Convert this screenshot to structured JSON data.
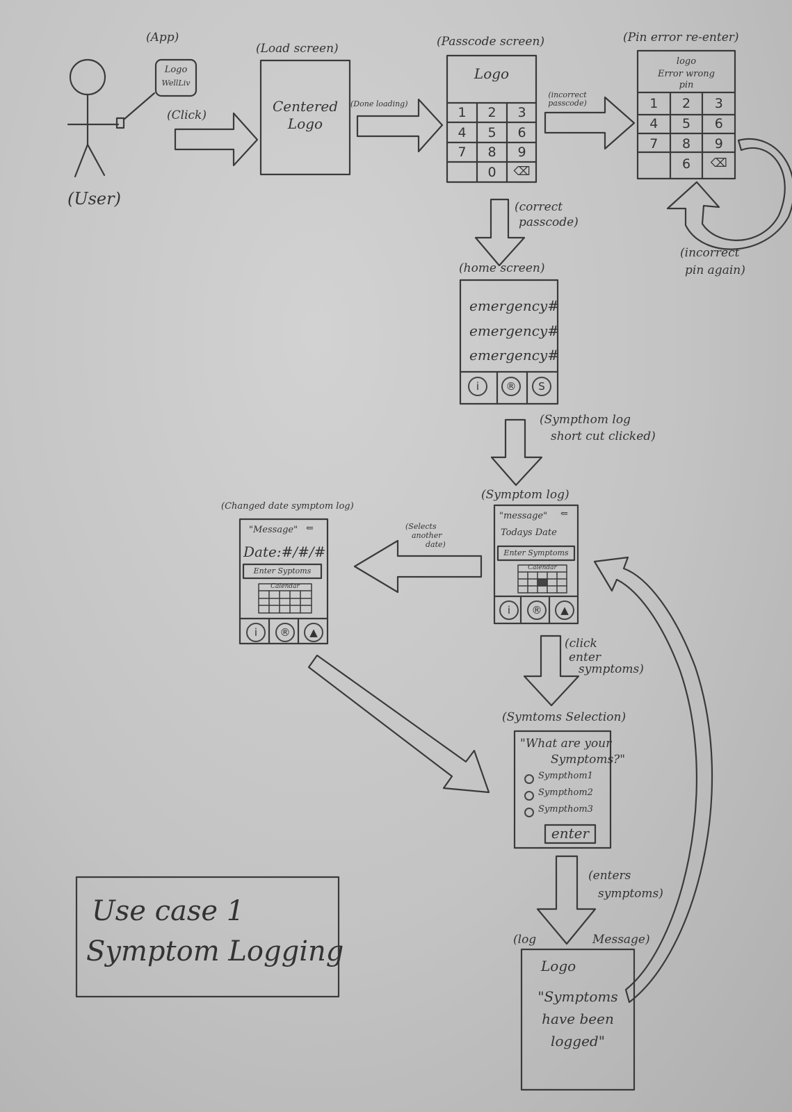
{
  "labels": {
    "user": "(User)",
    "app": "(App)",
    "app_logo": "Logo",
    "app_name": "WellLiv",
    "click": "(Click)",
    "load_screen": "(Load screen)",
    "centered_logo_1": "Centered",
    "centered_logo_2": "Logo",
    "done_loading": "(Done loading)",
    "passcode_screen": "(Passcode screen)",
    "passcode_logo": "Logo",
    "incorrect_passcode_1": "(incorrect",
    "incorrect_passcode_2": "passcode)",
    "pin_error": "(Pin error re-enter)",
    "pin_error_logo": "logo",
    "pin_error_msg_1": "Error wrong",
    "pin_error_msg_2": "pin",
    "incorrect_again_1": "(incorrect",
    "incorrect_again_2": "pin again)",
    "correct_passcode_1": "(correct",
    "correct_passcode_2": "passcode)",
    "home_screen": "(home screen)",
    "emergency_1": "emergency#",
    "emergency_2": "emergency#",
    "emergency_3": "emergency#",
    "symptom_shortcut_1": "(Sympthom log",
    "symptom_shortcut_2": "short cut clicked)",
    "symptom_log": "(Symptom log)",
    "symlog_message": "\"message\"",
    "symlog_date": "Todays Date",
    "symlog_enter": "Enter Symptoms",
    "symlog_calendar": "Calendar",
    "selects_date_1": "(Selects",
    "selects_date_2": "another",
    "selects_date_3": "date)",
    "changed_date": "(Changed date symptom log)",
    "changed_message": "\"Message\"",
    "changed_date_field": "Date:#/#/#",
    "changed_enter": "Enter Syptoms",
    "changed_calendar": "Calendar",
    "click_enter_1": "(click",
    "click_enter_2": "enter",
    "click_enter_3": "symptoms)",
    "symptoms_selection": "(Symtoms Selection)",
    "question_1": "\"What are your",
    "question_2": "Symptoms?\"",
    "symptom_1": "Sympthom1",
    "symptom_2": "Sympthom2",
    "symptom_3": "Sympthom3",
    "enter_button": "enter",
    "enters_symptoms_1": "(enters",
    "enters_symptoms_2": "symptoms)",
    "log_message_1": "(log",
    "log_message_2": "Message)",
    "final_logo": "Logo",
    "final_msg_1": "\"Symptoms",
    "final_msg_2": "have been",
    "final_msg_3": "logged\"",
    "use_case_1": "Use case 1",
    "use_case_2": "Symptom Logging"
  },
  "keypad": [
    "1",
    "2",
    "3",
    "4",
    "5",
    "6",
    "7",
    "8",
    "9",
    "0",
    "⌫"
  ],
  "keypad_error": [
    "1",
    "2",
    "3",
    "4",
    "5",
    "6",
    "7",
    "8",
    "9",
    "6",
    "⌫"
  ],
  "nav_icons": {
    "info": "i",
    "profile": "®",
    "settings": "S",
    "up": "▲"
  }
}
